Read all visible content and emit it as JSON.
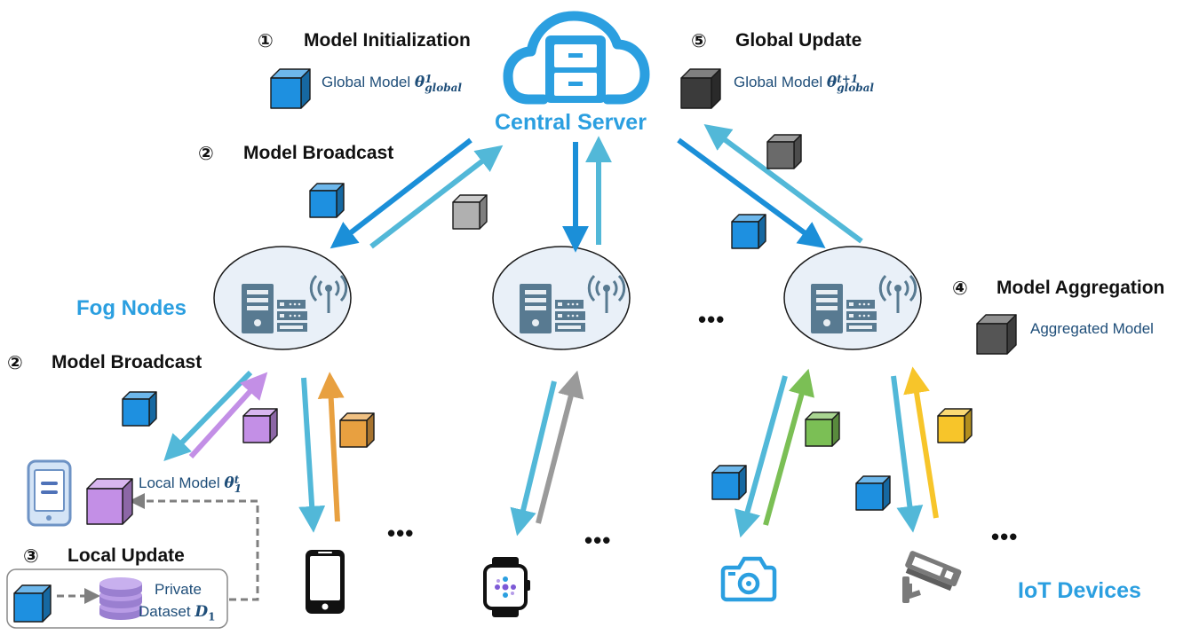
{
  "steps": {
    "init": {
      "num": "①",
      "title": "Model Initialization",
      "model_label": "Global Model",
      "model_symbol": "θ",
      "sup": "1",
      "sub": "global"
    },
    "broadcast_top": {
      "num": "②",
      "title": "Model Broadcast"
    },
    "broadcast_left": {
      "num": "②",
      "title": "Model Broadcast"
    },
    "local_update": {
      "num": "③",
      "title": "Local Update"
    },
    "aggregation": {
      "num": "④",
      "title": "Model Aggregation",
      "model_label": "Aggregated Model"
    },
    "global_update": {
      "num": "⑤",
      "title": "Global Update",
      "model_label": "Global Model",
      "model_symbol": "θ",
      "sup": "t+1",
      "sub": "global"
    }
  },
  "central_server": {
    "label": "Central  Server"
  },
  "fog_nodes": {
    "label": "Fog Nodes"
  },
  "iot_devices": {
    "label": "IoT Devices"
  },
  "local_model": {
    "label": "Local Model",
    "symbol": "θ",
    "sup": "t",
    "sub": "1"
  },
  "dataset": {
    "line1": "Private",
    "line2": "Dataset",
    "symbol": "D",
    "sub": "1"
  },
  "ellipsis": "•••",
  "colors": {
    "accent_blue": "#2b9fe0",
    "arrow_down": "#1b8fd8",
    "arrow_up": "#52b8d8",
    "global_cube": "#1e90e0",
    "aggregated_cube": "#555555",
    "purple": "#c38fe6",
    "orange": "#e8a040",
    "gray": "#9a9a9a",
    "green": "#7bbf55",
    "yellow": "#f7c52a",
    "fog_fill": "#e9f0f8",
    "device": "#111111"
  }
}
